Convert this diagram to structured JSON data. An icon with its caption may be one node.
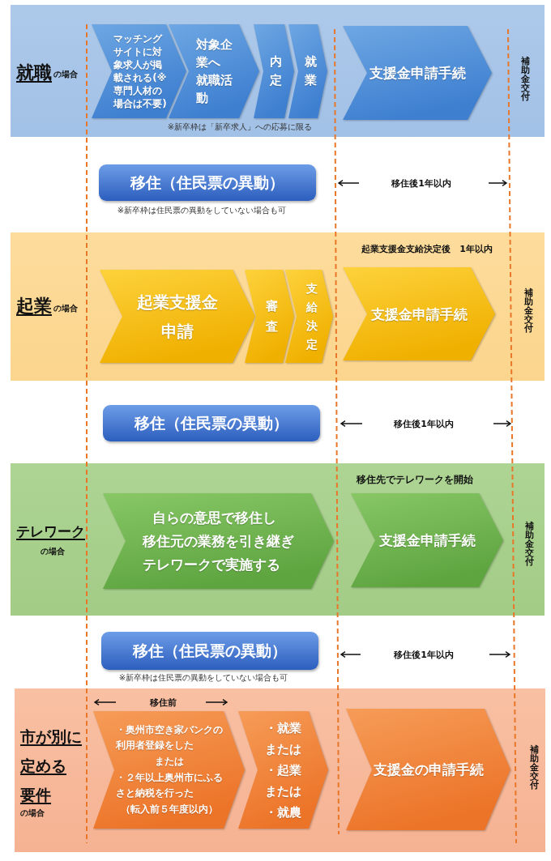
{
  "diagram": {
    "nodes": [
      {
        "text": [
          "就職",
          "の場合"
        ]
      },
      {
        "text": [
          "マッチングサイトに対象求人が掲載される(※専門人材の場合は不要)"
        ],
        "in": 0
      },
      {
        "text": [
          "対象企業へ就職活動"
        ],
        "in": 0
      },
      {
        "text": [
          "内定"
        ],
        "in": 0
      },
      {
        "text": [
          "就業"
        ],
        "in": 0
      },
      {
        "text": [
          "支援金申請手続"
        ],
        "in": 0
      },
      {
        "text": [
          "移住（住民票の異動）"
        ],
        "beside": [
          "※新卒枠は住民票の異動をしていない場合も可"
        ]
      },
      {
        "text": [
          "起業",
          "の場合"
        ]
      },
      {
        "text": [
          "起業支援金申請"
        ],
        "in": 7
      },
      {
        "text": [
          "審査"
        ],
        "in": 7
      },
      {
        "text": [
          "支給決定"
        ],
        "in": 7
      },
      {
        "text": [
          "支援金申請手続"
        ],
        "in": 7
      },
      {
        "text": [
          "移住（住民票の異動）"
        ]
      },
      {
        "text": [
          "テレワーク",
          "の場合"
        ]
      },
      {
        "text": [
          "自らの意思で移住し移住元の業務を引き継ぎテレワークで実施する"
        ],
        "in": 13
      },
      {
        "text": [
          "支援金申請手続"
        ],
        "in": 13
      },
      {
        "text": [
          "移住（住民票の異動）"
        ],
        "beside": [
          "※新卒枠は住民票の異動をしていない場合も可"
        ]
      },
      {
        "text": [
          "市が別に定める要件",
          "の場合"
        ]
      },
      {
        "text": [
          "・奥州市空き家バンクの利用者登録をした",
          "または",
          "・２年以上奥州市にふるさと納税を行った",
          "（転入前５年度以内）"
        ],
        "in": 17,
        "beside": [
          "移住前"
        ]
      },
      {
        "text": [
          "・就業",
          "または",
          "・起業",
          "または",
          "・就農"
        ],
        "in": 17
      },
      {
        "text": [
          "支援金の申請手続"
        ],
        "in": 17
      }
    ],
    "labels": [
      "補助金交付",
      "※新卒枠は「新卒求人」への応募に限る",
      "移住後1年以内",
      "起業支援金支給決定後　1年以内",
      "補助金交付",
      "移住後1年以内",
      "移住先でテレワークを開始",
      "補助金交付",
      "移住後1年以内",
      "補助金交付"
    ]
  }
}
